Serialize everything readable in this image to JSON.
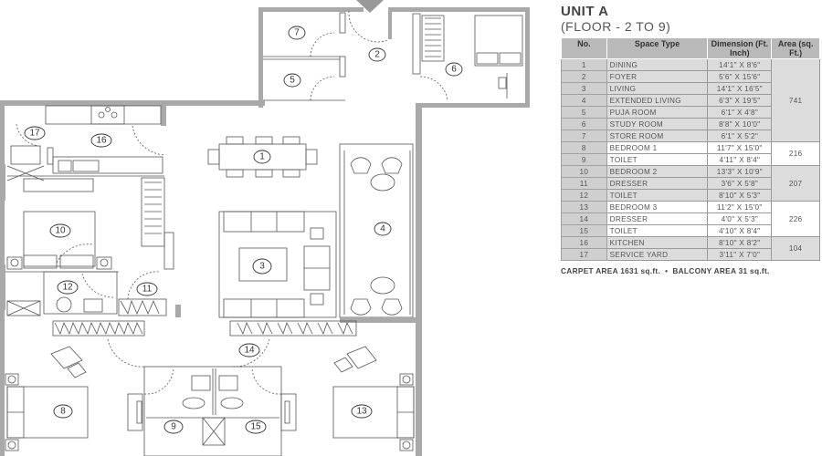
{
  "unit": {
    "title": "UNIT A",
    "subtitle": "(FLOOR - 2 TO 9)"
  },
  "table": {
    "headers": {
      "no": "No.",
      "space_type": "Space Type",
      "dimension": "Dimension (Ft. Inch)",
      "area": "Area (sq. Ft.)"
    },
    "rows": [
      {
        "no": "1",
        "space": "DINING",
        "dim": "14'1\" X 8'6\""
      },
      {
        "no": "2",
        "space": "FOYER",
        "dim": "5'6\" X 15'6\""
      },
      {
        "no": "3",
        "space": "LIVING",
        "dim": "14'1\" X 16'5\""
      },
      {
        "no": "4",
        "space": "EXTENDED LIVING",
        "dim": "6'3\" X 19'5\""
      },
      {
        "no": "5",
        "space": "PUJA ROOM",
        "dim": "6'1\" X 4'8\""
      },
      {
        "no": "6",
        "space": "STUDY ROOM",
        "dim": "8'8\" X 10'0\""
      },
      {
        "no": "7",
        "space": "STORE ROOM",
        "dim": "6'1\" X 5'2\""
      },
      {
        "no": "8",
        "space": "BEDROOM 1",
        "dim": "11'7\" X 15'0\""
      },
      {
        "no": "9",
        "space": "TOILET",
        "dim": "4'11\" X 8'4\""
      },
      {
        "no": "10",
        "space": "BEDROOM 2",
        "dim": "13'3\" X 10'9\""
      },
      {
        "no": "11",
        "space": "DRESSER",
        "dim": "3'6\" X 5'8\""
      },
      {
        "no": "12",
        "space": "TOILET",
        "dim": "8'10\" X 5'3\""
      },
      {
        "no": "13",
        "space": "BEDROOM 3",
        "dim": "11'2\" X 15'0\""
      },
      {
        "no": "14",
        "space": "DRESSER",
        "dim": "4'0\" X 5'3\""
      },
      {
        "no": "15",
        "space": "TOILET",
        "dim": "4'10\" X 8'4\""
      },
      {
        "no": "16",
        "space": "KITCHEN",
        "dim": "8'10\" X 8'2\""
      },
      {
        "no": "17",
        "space": "SERVICE YARD",
        "dim": "3'11\" X 7'0\""
      }
    ],
    "area_groups": [
      {
        "rows": "1-7",
        "area": "741"
      },
      {
        "rows": "8-9",
        "area": "216"
      },
      {
        "rows": "10-12",
        "area": "207"
      },
      {
        "rows": "13-15",
        "area": "226"
      },
      {
        "rows": "16-17",
        "area": "104"
      }
    ]
  },
  "footer": {
    "carpet_area": "CARPET AREA 1631 sq.ft.",
    "separator": "•",
    "balcony_area": "BALCONY AREA 31 sq.ft."
  },
  "plan": {
    "room_labels": {
      "r1": "1",
      "r2": "2",
      "r3": "3",
      "r4": "4",
      "r5": "5",
      "r6": "6",
      "r7": "7",
      "r8": "8",
      "r9": "9",
      "r10": "10",
      "r11": "11",
      "r12": "12",
      "r13": "13",
      "r14": "14",
      "r15": "15",
      "r16": "16",
      "r17": "17"
    },
    "colors": {
      "wall": "#a9a9a9",
      "line": "#555555",
      "table_header": "#b9b9b9",
      "table_row_shaded": "#dcdcdc"
    }
  }
}
